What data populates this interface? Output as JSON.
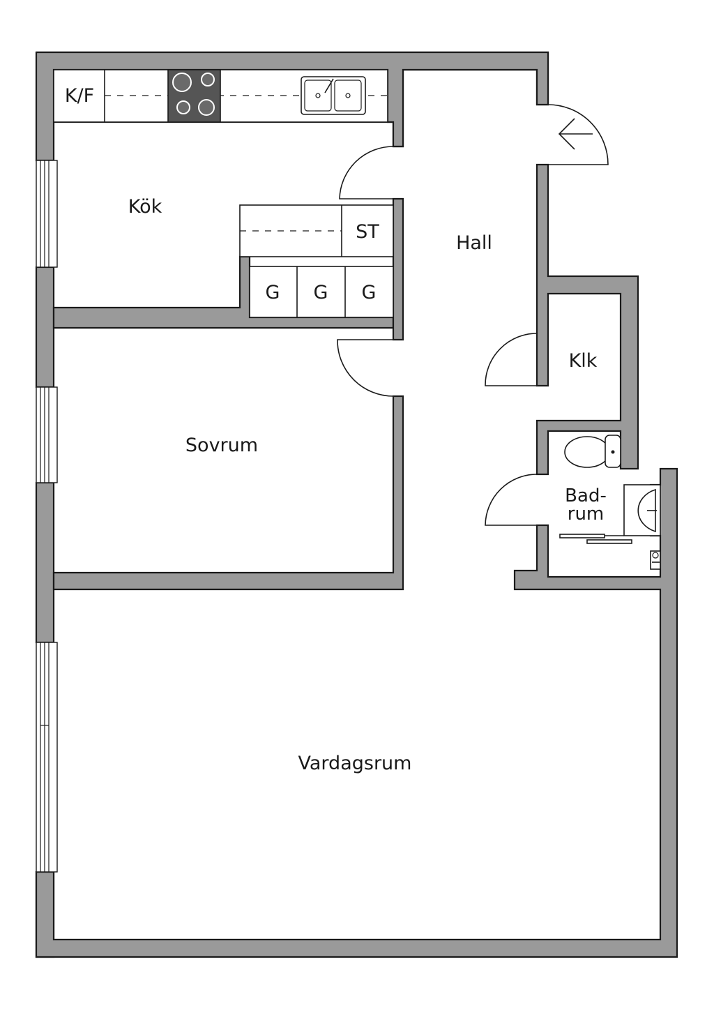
{
  "rooms": {
    "kok": "Kök",
    "hall": "Hall",
    "sovrum": "Sovrum",
    "vardagsrum": "Vardagsrum",
    "klk": "Klk",
    "badrum_line1": "Bad-",
    "badrum_line2": "rum"
  },
  "fixtures": {
    "fridge_freezer": "K/F",
    "storage": "ST",
    "wardrobe_1": "G",
    "wardrobe_2": "G",
    "wardrobe_3": "G"
  },
  "colors": {
    "wall": "#9a9a9a",
    "line": "#1a1a1a",
    "stove": "#555555",
    "background": "#ffffff"
  }
}
